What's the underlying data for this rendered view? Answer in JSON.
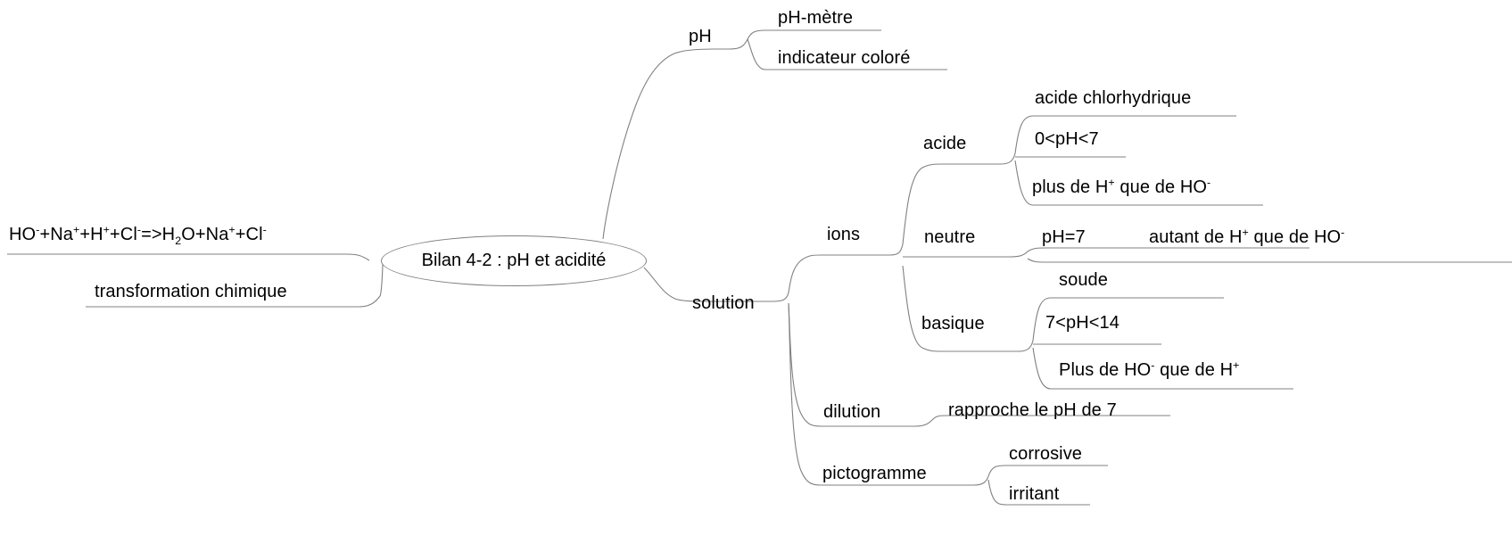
{
  "diagram": {
    "type": "mind-map",
    "title": "Bilan 4-2 : pH et acidité",
    "stroke_color": "#808080",
    "text_color": "#000000",
    "background_color": "#ffffff"
  },
  "center": {
    "label": "Bilan 4-2 : pH et acidité"
  },
  "left_branch": {
    "equation": {
      "segments": [
        {
          "t": "HO"
        },
        {
          "sup": "-"
        },
        {
          "t": "+Na"
        },
        {
          "sup": "+"
        },
        {
          "t": "+H"
        },
        {
          "sup": "+"
        },
        {
          "t": "+Cl"
        },
        {
          "sup": "-"
        },
        {
          "t": "=>H"
        },
        {
          "sub": "2"
        },
        {
          "t": "O+Na"
        },
        {
          "sup": "+"
        },
        {
          "t": "+Cl"
        },
        {
          "sup": "-"
        }
      ],
      "plain": "HO-+Na++H++Cl-=>H2O+Na++Cl-"
    },
    "transformation": "transformation chimique"
  },
  "ph_branch": {
    "label": "pH",
    "children": [
      {
        "label": "pH-mètre"
      },
      {
        "label": "indicateur coloré"
      }
    ]
  },
  "solution_branch": {
    "label": "solution",
    "ions": {
      "label": "ions",
      "acide": {
        "label": "acide",
        "children": [
          {
            "plain": "acide chlorhydrique"
          },
          {
            "plain": "0<pH<7"
          },
          {
            "plain": "plus de H+ que de HO-"
          }
        ]
      },
      "neutre": {
        "label": "neutre",
        "children": [
          {
            "plain": "pH=7"
          },
          {
            "plain": "autant de H+ que de HO-"
          }
        ]
      },
      "basique": {
        "label": "basique",
        "children": [
          {
            "plain": "soude"
          },
          {
            "plain": "7<pH<14"
          },
          {
            "plain": "Plus de HO- que de H+"
          }
        ]
      }
    },
    "dilution": {
      "label": "dilution",
      "children": [
        {
          "label": "rapproche le pH de 7"
        }
      ]
    },
    "pictogramme": {
      "label": "pictogramme",
      "children": [
        {
          "label": "corrosive"
        },
        {
          "label": "irritant"
        }
      ]
    }
  }
}
